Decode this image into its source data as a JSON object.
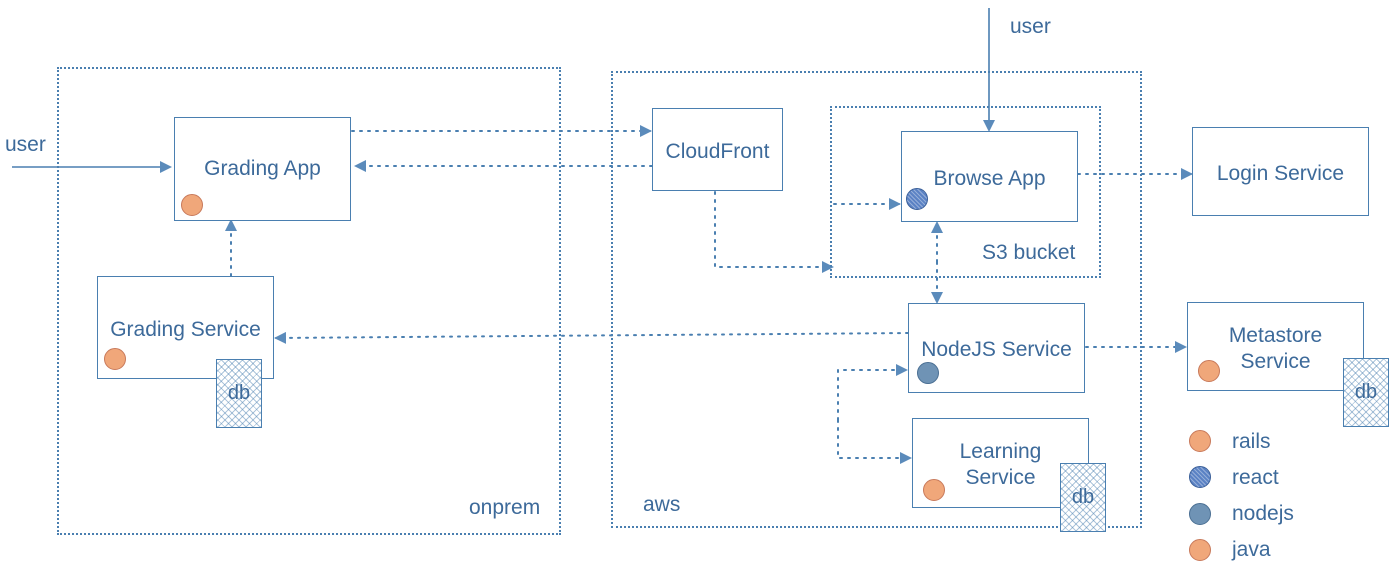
{
  "regions": {
    "onprem": "onprem",
    "aws": "aws",
    "s3_bucket": "S3 bucket"
  },
  "external": {
    "user_left": "user",
    "user_top": "user"
  },
  "services": {
    "grading_app": "Grading App",
    "grading_service": "Grading Service",
    "cloudfront": "CloudFront",
    "browse_app": "Browse App",
    "login_service": "Login Service",
    "nodejs_service": "NodeJS Service",
    "learning_service_line1": "Learning",
    "learning_service_line2": "Service",
    "metastore_service_line1": "Metastore",
    "metastore_service_line2": "Service",
    "db_label": "db"
  },
  "legend": [
    {
      "label": "rails",
      "color": "#f0a77a",
      "icon": "rails-dot-icon"
    },
    {
      "label": "react",
      "color": "#5b82c4",
      "icon": "react-dot-icon"
    },
    {
      "label": "nodejs",
      "color": "#6f93b5",
      "icon": "nodejs-dot-icon"
    },
    {
      "label": "java",
      "color": "#f0a77a",
      "icon": "java-dot-icon"
    }
  ],
  "colors": {
    "line": "#4a7fb0",
    "text": "#3d6a9a",
    "orange": "#f0a77a",
    "react_blue": "#5b82c4",
    "node_blue": "#6f93b5"
  }
}
